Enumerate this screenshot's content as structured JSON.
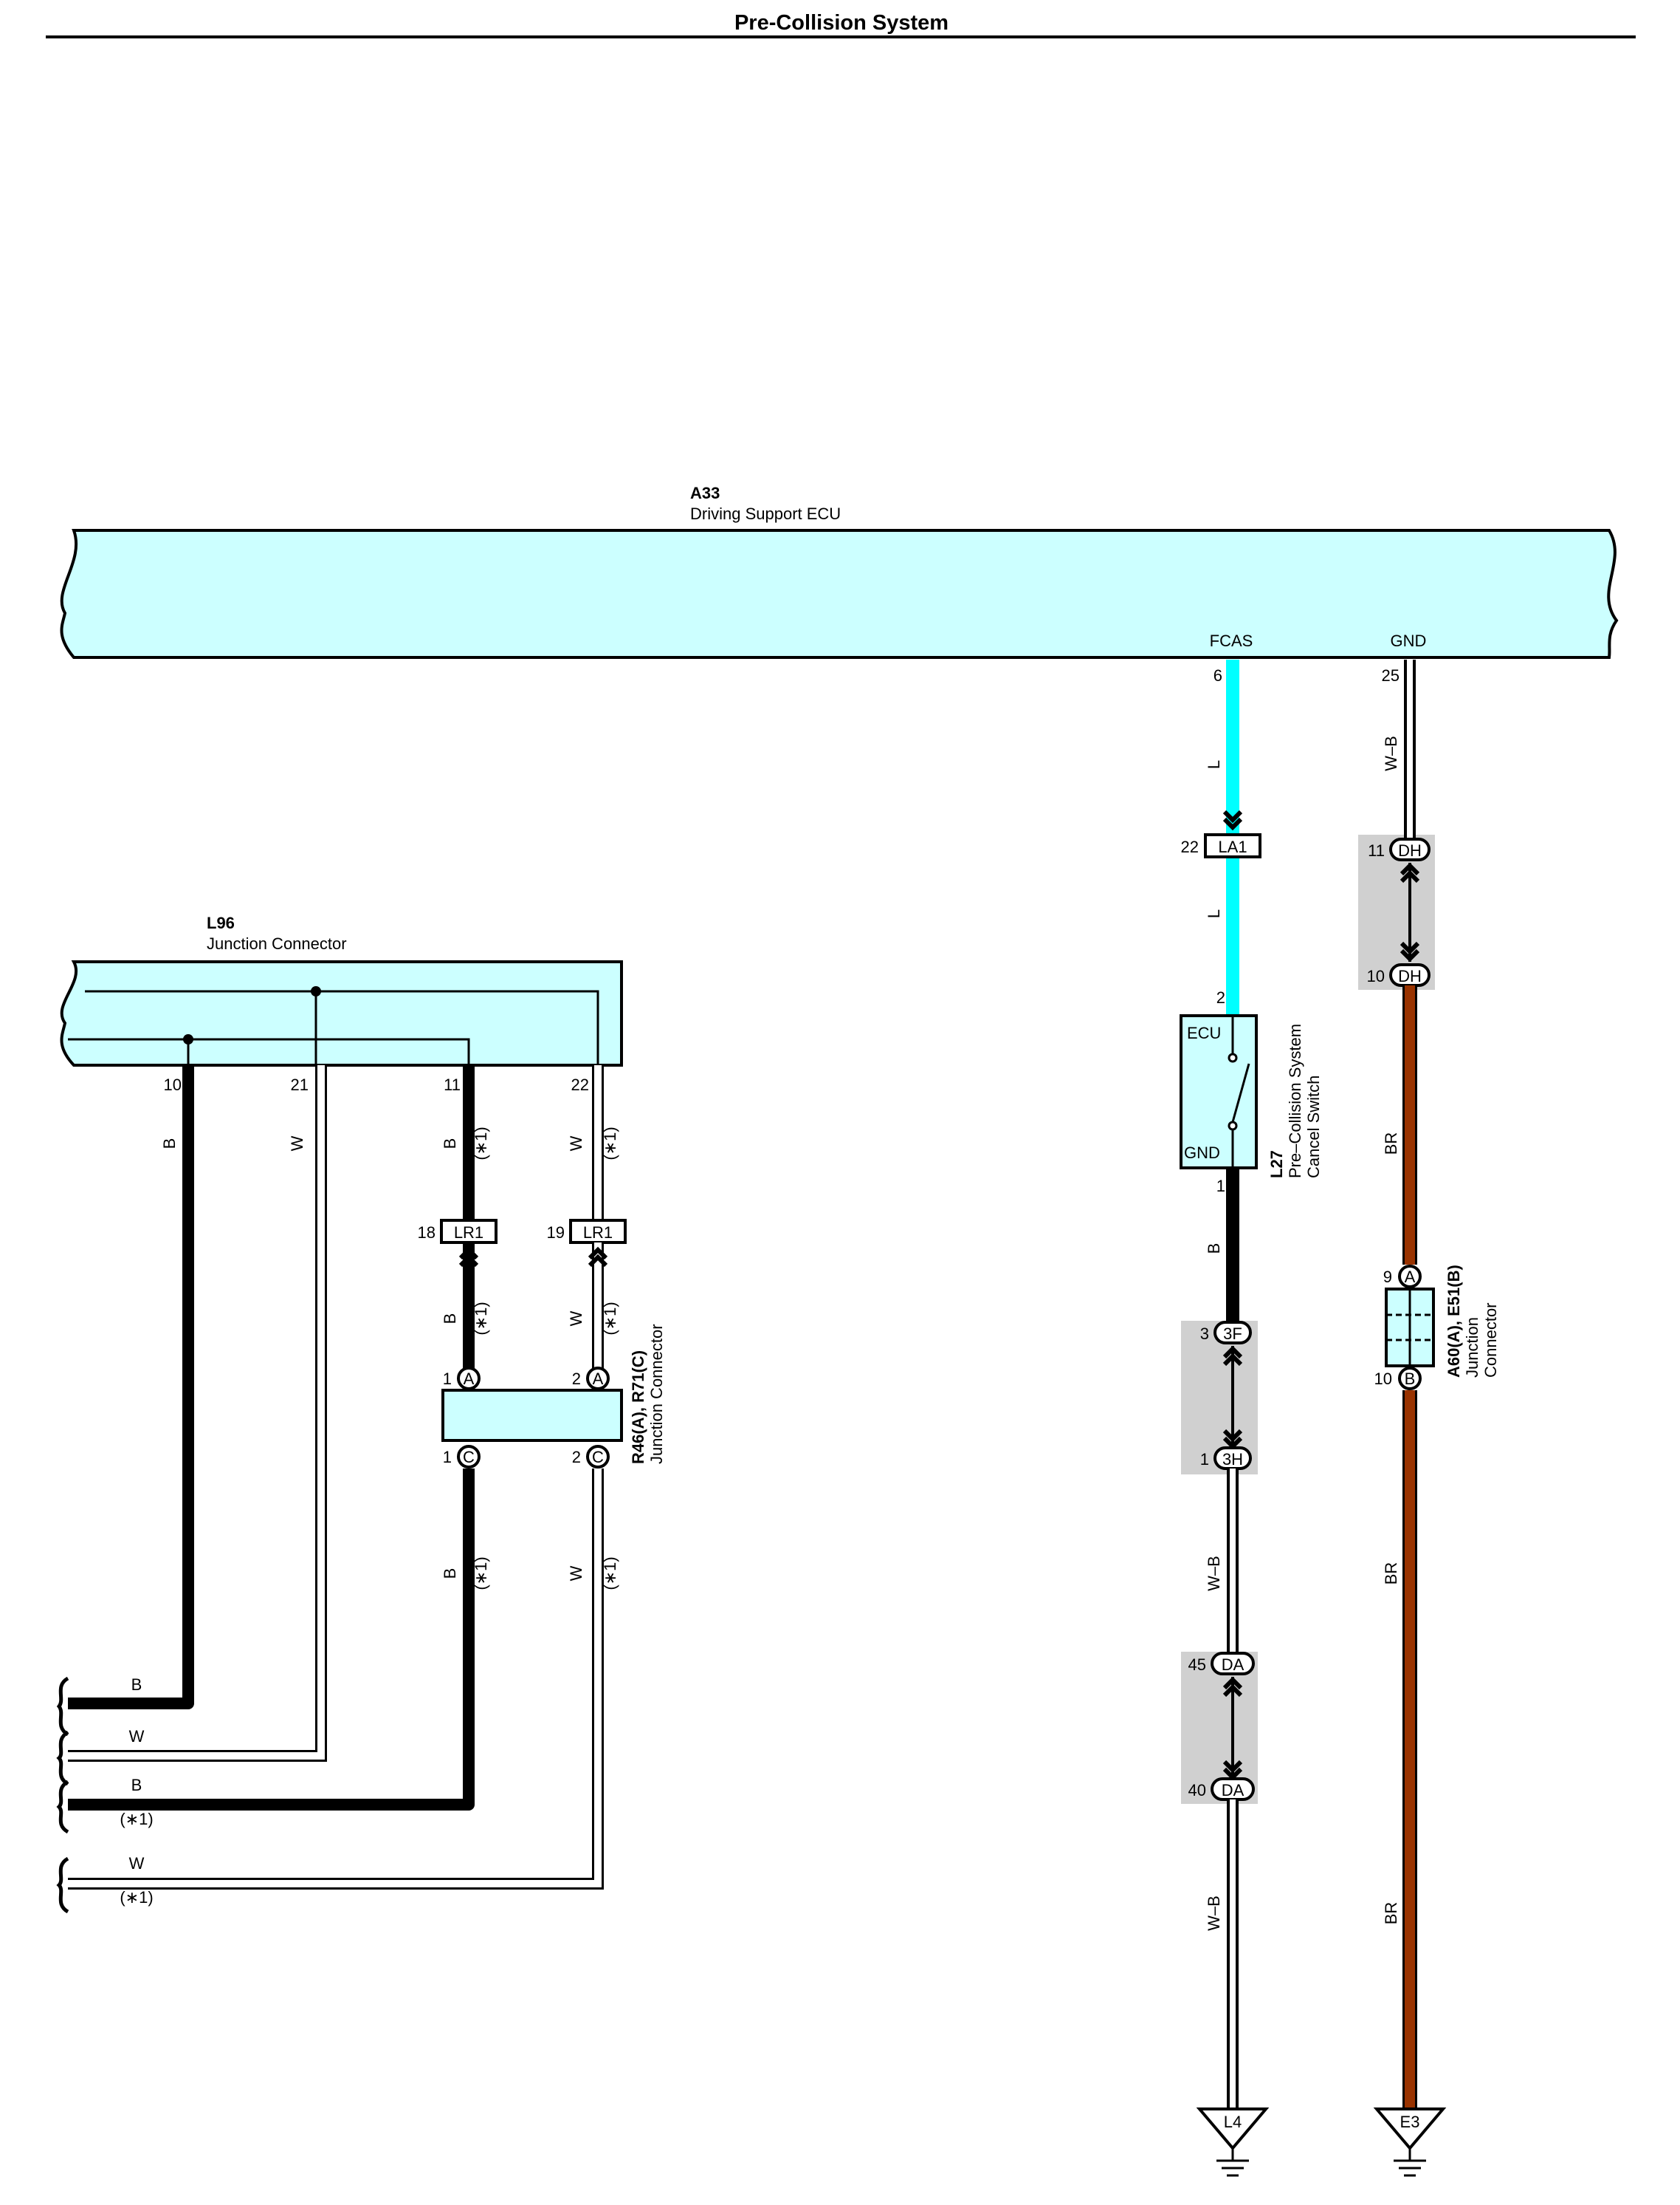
{
  "title": "Pre-Collision System",
  "colors": {
    "ecu_fill": "#ccffff",
    "wire_L": "#00ffff",
    "wire_BR": "#993300",
    "wire_B": "#000000",
    "wire_W": "#ffffff",
    "shade": "#d0d0d0"
  },
  "components": {
    "a33": {
      "code": "A33",
      "name": "Driving Support ECU",
      "pins": {
        "fcas": "FCAS",
        "gnd": "GND",
        "fcas_num": "6",
        "gnd_num": "25"
      }
    },
    "l96": {
      "code": "L96",
      "name": "Junction Connector",
      "pins": [
        "10",
        "21",
        "11",
        "22"
      ]
    },
    "l27": {
      "code": "L27",
      "name_line1": "Pre–Collision System",
      "name_line2": "Cancel Switch",
      "top_pin": "2",
      "bottom_pin": "1",
      "ecu_label": "ECU",
      "gnd_label": "GND"
    },
    "r46": {
      "code": "R46(A), R71(C)",
      "name": "Junction Connector",
      "pins": {
        "a1": "1",
        "a2": "2",
        "c1": "1",
        "c2": "2",
        "a": "A",
        "c": "C"
      }
    },
    "a60": {
      "code": "A60(A), E51(B)",
      "name_line1": "Junction",
      "name_line2": "Connector",
      "pin_a": "9",
      "pin_b": "10",
      "a": "A",
      "b": "B"
    }
  },
  "connectors": {
    "la1": {
      "label": "LA1",
      "pin": "22"
    },
    "lr1a": {
      "label": "LR1",
      "pin": "18"
    },
    "lr1b": {
      "label": "LR1",
      "pin": "19"
    },
    "dh_top": {
      "label": "DH",
      "pin": "11"
    },
    "dh_bot": {
      "label": "DH",
      "pin": "10"
    },
    "f3": {
      "label": "3F",
      "pin": "3"
    },
    "h3": {
      "label": "3H",
      "pin": "1"
    },
    "da_top": {
      "label": "DA",
      "pin": "45"
    },
    "da_bot": {
      "label": "DA",
      "pin": "40"
    }
  },
  "grounds": {
    "l4": "L4",
    "e3": "E3"
  },
  "wire_colors": {
    "L": "L",
    "WB": "W–B",
    "BR": "BR",
    "B": "B",
    "W": "W"
  },
  "note": "(∗1)"
}
